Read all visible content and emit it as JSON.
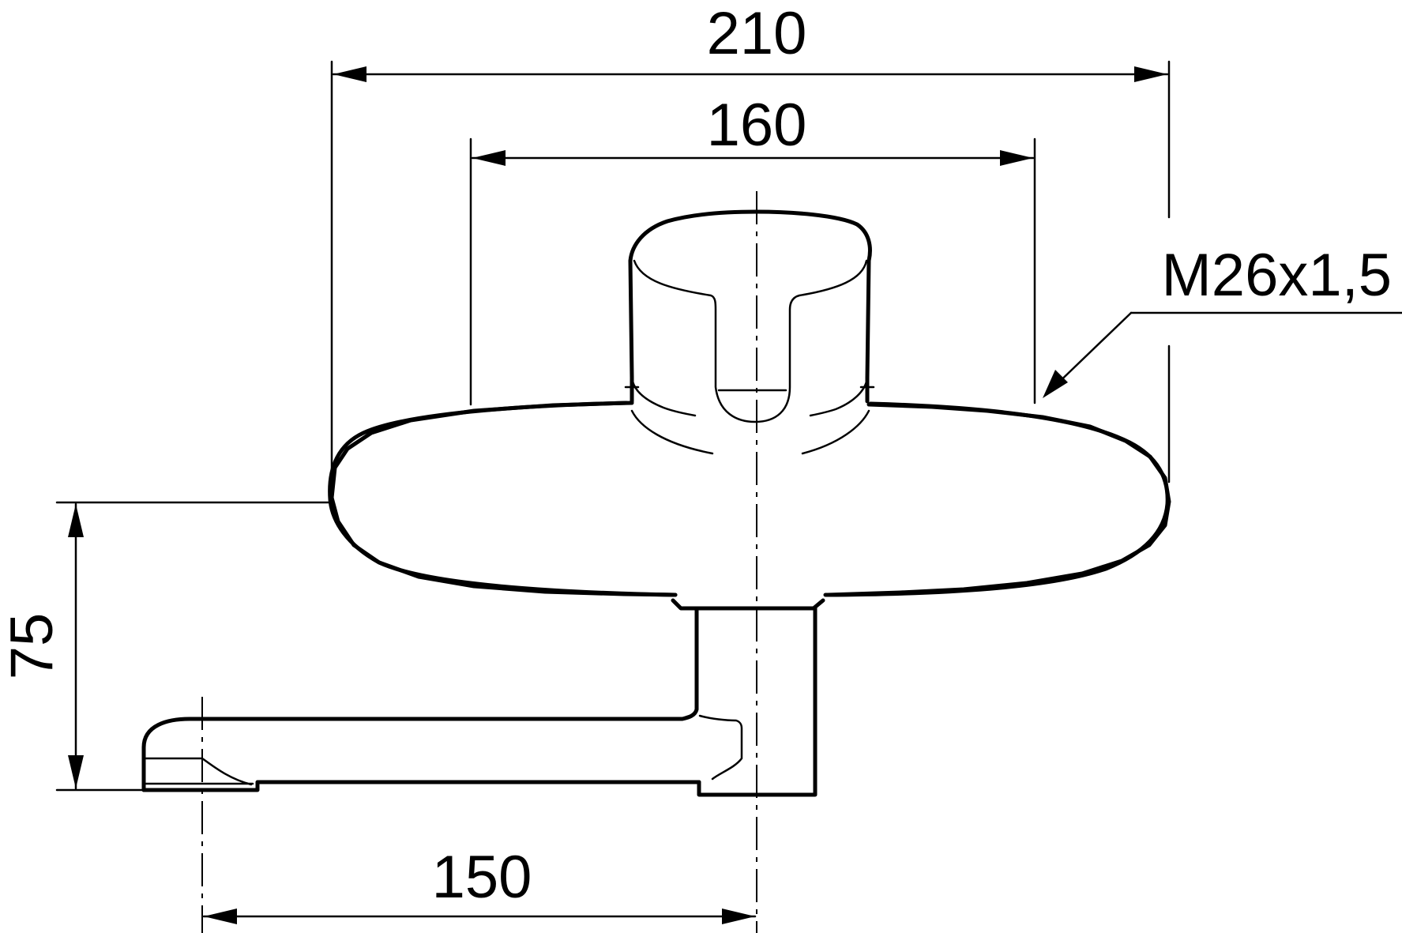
{
  "dimensions": {
    "overall_width": "210",
    "inner_width": "160",
    "spout_reach": "150",
    "height": "75"
  },
  "thread_label": "M26x1,5"
}
